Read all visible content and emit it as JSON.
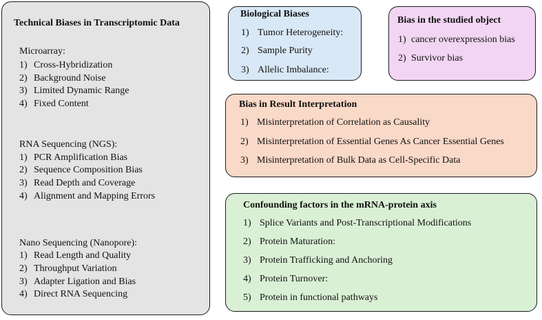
{
  "technical": {
    "title": "Technical Biases in Transcriptomic Data",
    "microarray": {
      "heading": "Microarray:",
      "items": [
        {
          "n": "1)",
          "t": "Cross-Hybridization"
        },
        {
          "n": "2)",
          "t": "Background Noise"
        },
        {
          "n": "3)",
          "t": "Limited Dynamic Range"
        },
        {
          "n": "4)",
          "t": "Fixed Content"
        }
      ]
    },
    "rnaseq": {
      "heading": "RNA Sequencing (NGS):",
      "items": [
        {
          "n": "1)",
          "t": "PCR Amplification Bias"
        },
        {
          "n": "2)",
          "t": "Sequence Composition Bias"
        },
        {
          "n": "3)",
          "t": "Read Depth and Coverage"
        },
        {
          "n": "4)",
          "t": "Alignment and Mapping Errors"
        }
      ]
    },
    "nano": {
      "heading": "Nano Sequencing (Nanopore):",
      "items": [
        {
          "n": "1)",
          "t": "Read Length and Quality"
        },
        {
          "n": "2)",
          "t": "Throughput Variation"
        },
        {
          "n": "3)",
          "t": "Adapter Ligation and Bias"
        },
        {
          "n": "4)",
          "t": "Direct RNA Sequencing"
        }
      ]
    }
  },
  "biological": {
    "title": "Biological Biases",
    "items": [
      {
        "n": "1)",
        "t": "Tumor Heterogeneity:"
      },
      {
        "n": "2)",
        "t": "Sample Purity"
      },
      {
        "n": "3)",
        "t": "Allelic Imbalance:"
      }
    ]
  },
  "studied": {
    "title": "Bias in the studied object",
    "items": [
      {
        "n": "1)",
        "t": "cancer overexpression bias"
      },
      {
        "n": "2)",
        "t": "Survivor bias"
      }
    ]
  },
  "interpretation": {
    "title": "Bias in Result Interpretation",
    "items": [
      {
        "n": "1)",
        "t": "Misinterpretation of Correlation as Causality"
      },
      {
        "n": "2)",
        "t": "Misinterpretation of Essential Genes As Cancer Essential Genes"
      },
      {
        "n": "3)",
        "t": "Misinterpretation of Bulk Data as Cell-Specific Data"
      }
    ]
  },
  "confounding": {
    "title": "Confounding factors in the mRNA-protein axis",
    "items": [
      {
        "n": "1)",
        "t": "Splice Variants and Post-Transcriptional Modifications"
      },
      {
        "n": "2)",
        "t": "Protein Maturation:"
      },
      {
        "n": "3)",
        "t": "Protein Trafficking and Anchoring"
      },
      {
        "n": "4)",
        "t": "Protein Turnover:"
      },
      {
        "n": "5)",
        "t": "Protein in functional pathways"
      }
    ]
  }
}
